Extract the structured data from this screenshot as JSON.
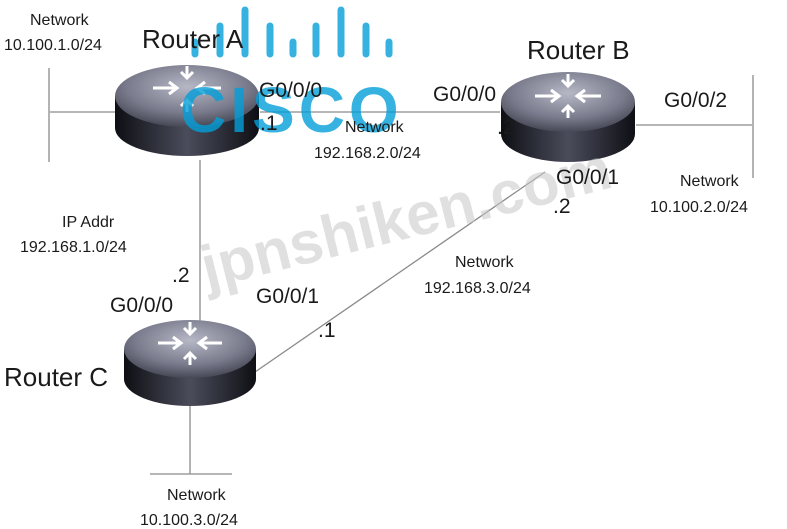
{
  "routers": {
    "a": {
      "name": "Router A"
    },
    "b": {
      "name": "Router B"
    },
    "c": {
      "name": "Router C"
    }
  },
  "lan_a": {
    "caption": "Network",
    "subnet": "10.100.1.0/24"
  },
  "lan_b": {
    "caption": "Network",
    "subnet": "10.100.2.0/24"
  },
  "lan_c": {
    "caption": "Network",
    "subnet": "10.100.3.0/24"
  },
  "link_ab": {
    "caption": "Network",
    "subnet": "192.168.2.0/24",
    "a_iface": "G0/0/0",
    "a_host": ".1",
    "b_iface": "G0/0/0",
    "b_host": ".2"
  },
  "link_ac": {
    "caption": "IP Addr",
    "subnet": "192.168.1.0/24",
    "c_iface": "G0/0/0",
    "c_host": ".2"
  },
  "link_bc": {
    "caption": "Network",
    "subnet": "192.168.3.0/24",
    "b_iface": "G0/0/1",
    "b_host": ".2",
    "c_iface": "G0/0/1",
    "c_host": ".1"
  },
  "b_lan_iface": "G0/0/2",
  "watermark": {
    "logo": "CISCO",
    "text": "jpnshiken.com",
    "logo_color": "#049fd9"
  }
}
